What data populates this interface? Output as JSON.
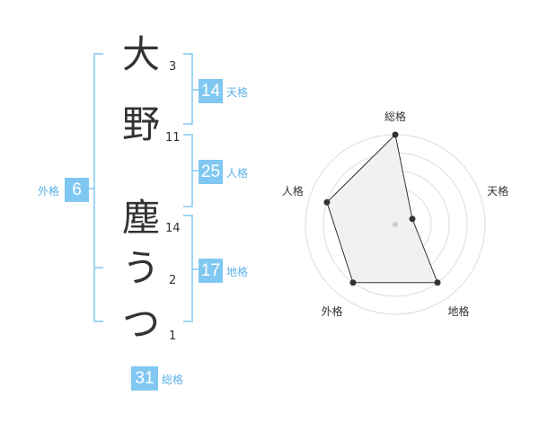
{
  "name_characters": [
    {
      "char": "大",
      "strokes": "3"
    },
    {
      "char": "野",
      "strokes": "11"
    },
    {
      "char": "塵",
      "strokes": "14"
    },
    {
      "char": "う",
      "strokes": "2"
    },
    {
      "char": "つ",
      "strokes": "1"
    }
  ],
  "fortune": {
    "tenkaku": {
      "label": "天格",
      "value": "14"
    },
    "jinkaku": {
      "label": "人格",
      "value": "25"
    },
    "chikaku": {
      "label": "地格",
      "value": "17"
    },
    "gaikaku": {
      "label": "外格",
      "value": "6"
    },
    "soukaku": {
      "label": "総格",
      "value": "31"
    }
  },
  "colors": {
    "accent": "#80c8f2",
    "accent_text": "#5cb1e8",
    "bracket": "#80c8f2",
    "grid": "#dddddd",
    "radar_fill": "#eeeeee",
    "radar_stroke": "#333333"
  },
  "chart_data": {
    "type": "radar",
    "axes": [
      "総格",
      "天格",
      "地格",
      "外格",
      "人格"
    ],
    "values": [
      1.0,
      0.2,
      0.8,
      0.8,
      0.8
    ],
    "range": [
      0,
      1
    ],
    "rings": 5
  }
}
